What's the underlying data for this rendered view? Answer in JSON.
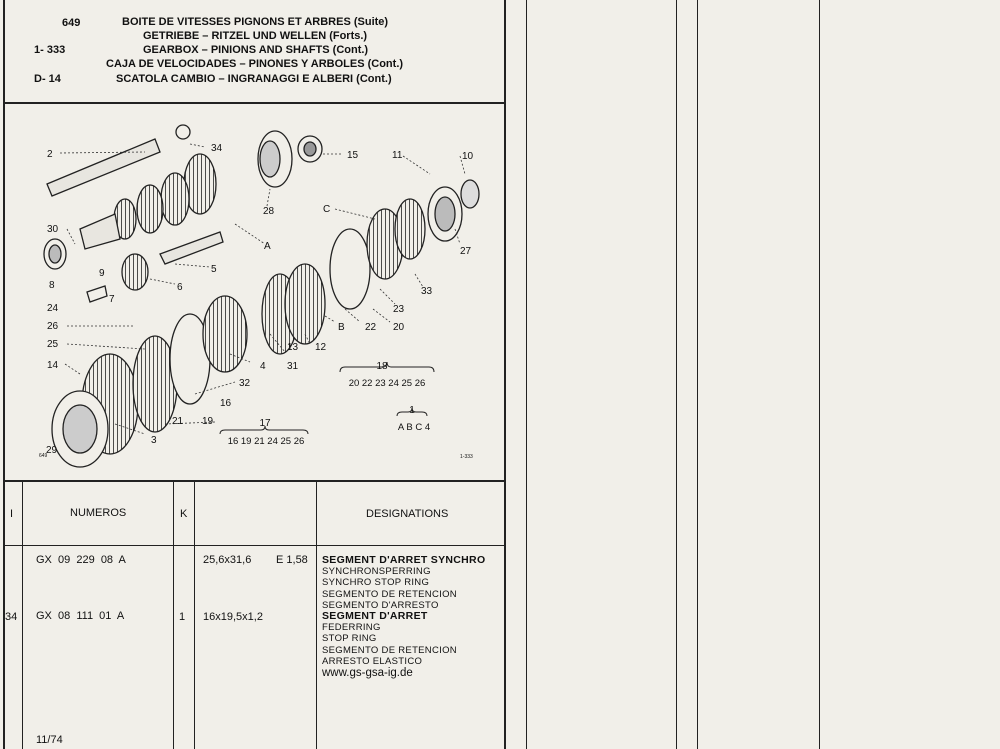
{
  "header": {
    "page_no": "649",
    "ref_1": "1- 333",
    "ref_2": "D- 14",
    "titles": [
      "BOITE DE VITESSES PIGNONS ET ARBRES (Suite)",
      "GETRIEBE – RITZEL UND WELLEN (Forts.)",
      "GEARBOX – PINIONS AND SHAFTS (Cont.)",
      "CAJA DE VELOCIDADES – PINONES Y ARBOLES (Cont.)",
      "SCATOLA CAMBIO – INGRANAGGI E ALBERI (Cont.)"
    ]
  },
  "diagram": {
    "callouts": [
      "2",
      "34",
      "15",
      "28",
      "11",
      "10",
      "C",
      "A",
      "30",
      "5",
      "6",
      "8",
      "9",
      "7",
      "24",
      "26",
      "25",
      "14",
      "29",
      "3",
      "21",
      "19",
      "16",
      "32",
      "4",
      "31",
      "13",
      "12",
      "B",
      "22",
      "20",
      "23",
      "33",
      "27"
    ],
    "group_18_label": "18",
    "group_18_items": "20 22 23 24 25 26",
    "group_1_label": "1",
    "group_1_items": "A B C 4",
    "group_17_label": "17",
    "group_17_items": "16 19 21 24 25 26",
    "small_left": "649",
    "small_right": "1-333"
  },
  "table": {
    "headers": {
      "i": "I",
      "numeros": "NUMEROS",
      "k": "K",
      "designations": "DESIGNATIONS"
    },
    "rows": [
      {
        "i": "",
        "numero": "GX  09  229  08  A",
        "k": "",
        "dims": "25,6x31,6",
        "extra": "E 1,58",
        "designation_main": "SEGMENT D'ARRET SYNCHRO",
        "designation_lines": [
          "SYNCHRONSPERRING",
          "SYNCHRO STOP RING",
          "SEGMENTO DE RETENCION",
          "SEGMENTO D'ARRESTO"
        ]
      },
      {
        "i": "34",
        "numero": "GX  08  111  01  A",
        "k": "1",
        "dims": "16x19,5x1,2",
        "extra": "",
        "designation_main": "SEGMENT D'ARRET",
        "designation_lines": [
          "FEDERRING",
          "STOP RING",
          "SEGMENTO DE RETENCION",
          "ARRESTO ELASTICO"
        ]
      }
    ],
    "website": "www.gs-gsa-ig.de",
    "date": "11/74"
  }
}
